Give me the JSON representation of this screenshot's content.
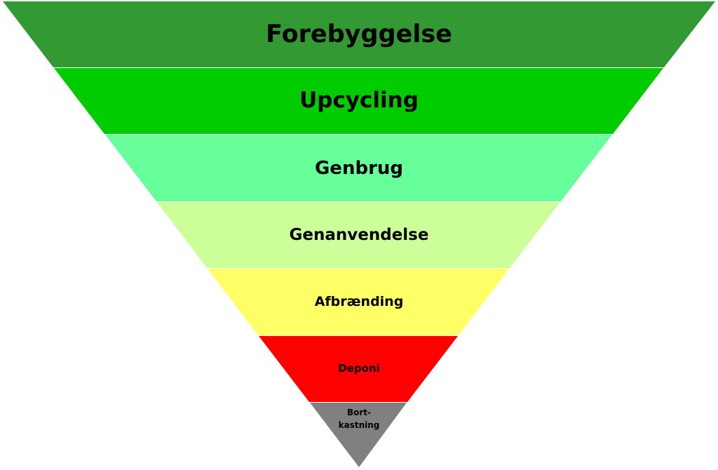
{
  "tiers": [
    {
      "label": "Forebyggelse",
      "color": "#339933"
    },
    {
      "label": "Upcycling",
      "color": "#00cc00"
    },
    {
      "label": "Genbrug",
      "color": "#66ff99"
    },
    {
      "label": "Genanvendelse",
      "color": "#ccff99"
    },
    {
      "label": "Afbrænding",
      "color": "#ffff66"
    },
    {
      "label": "Deponi",
      "color": "#ff0000"
    },
    {
      "label_lines": [
        "Bort-",
        "kastning"
      ],
      "color": "#808080"
    }
  ]
}
